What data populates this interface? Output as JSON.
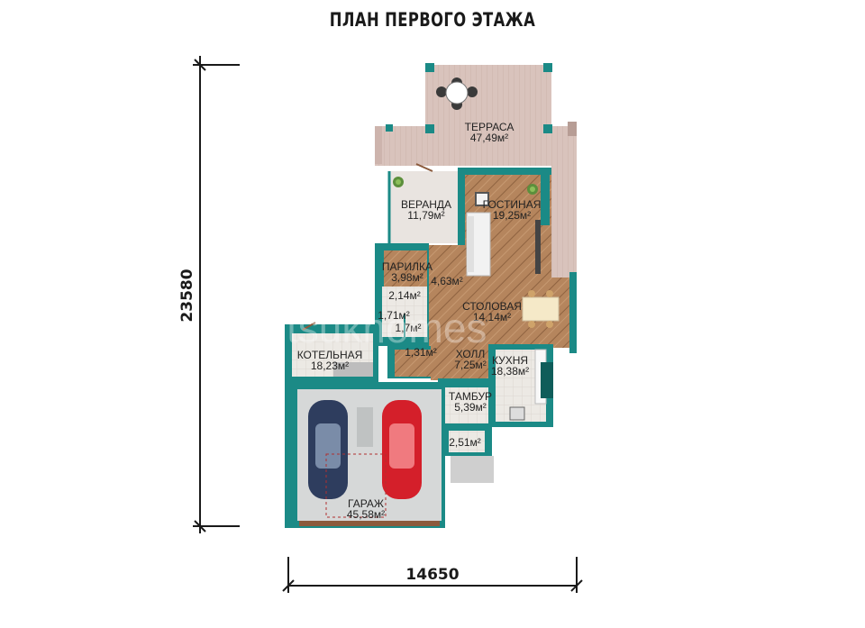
{
  "title": "ПЛАН ПЕРВОГО ЭТАЖА",
  "dimensions": {
    "width": "14650",
    "height": "23580"
  },
  "watermark": "tsukhomes",
  "colors": {
    "wall": "#1b8a86",
    "wall_edge": "#0f5d5a",
    "terrace_floor": "#d9c3bc",
    "room_floor": "#e8e2dc",
    "wood_floor": "#b08059",
    "garage_floor": "#d6d8d8",
    "car_red": "#d41f2a",
    "car_blue": "#2e3d5e"
  },
  "rooms": [
    {
      "name": "ТЕРРАСА",
      "area": "47,49м²"
    },
    {
      "name": "ВЕРАНДА",
      "area": "11,79м²"
    },
    {
      "name": "ГОСТИНАЯ",
      "area": "19,25м²"
    },
    {
      "name": "ПАРИЛКА",
      "area": "3,98м²"
    },
    {
      "name": "",
      "area": "4,63м²"
    },
    {
      "name": "",
      "area": "2,14м²"
    },
    {
      "name": "",
      "area": "1,71м²"
    },
    {
      "name": "",
      "area": "1,7м²"
    },
    {
      "name": "СТОЛОВАЯ",
      "area": "14,14м²"
    },
    {
      "name": "",
      "area": "1,31м²"
    },
    {
      "name": "ХОЛЛ",
      "area": "7,25м²"
    },
    {
      "name": "КУХНЯ",
      "area": "18,38м²"
    },
    {
      "name": "КОТЕЛЬНАЯ",
      "area": "18,23м²"
    },
    {
      "name": "ТАМБУР",
      "area": "5,39м²"
    },
    {
      "name": "",
      "area": "2,51м²"
    },
    {
      "name": "ГАРАЖ",
      "area": "45,58м²"
    }
  ]
}
